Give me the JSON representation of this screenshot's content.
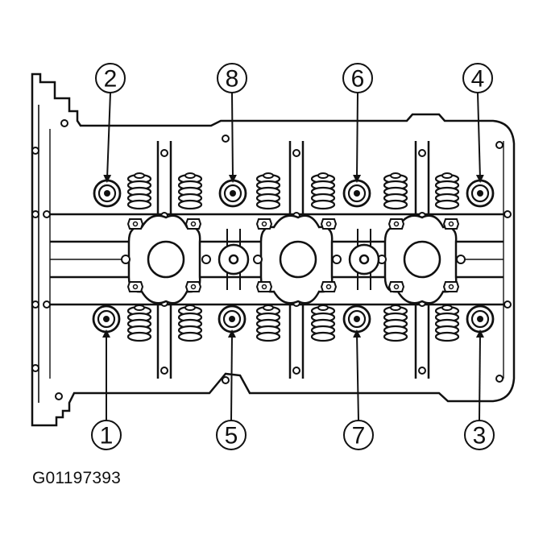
{
  "figure_id": "G01197393",
  "colors": {
    "line": "#111111",
    "background": "#ffffff"
  },
  "callouts": {
    "top": [
      {
        "label": "2"
      },
      {
        "label": "8"
      },
      {
        "label": "6"
      },
      {
        "label": "4"
      }
    ],
    "bottom": [
      {
        "label": "1"
      },
      {
        "label": "5"
      },
      {
        "label": "7"
      },
      {
        "label": "3"
      }
    ]
  }
}
